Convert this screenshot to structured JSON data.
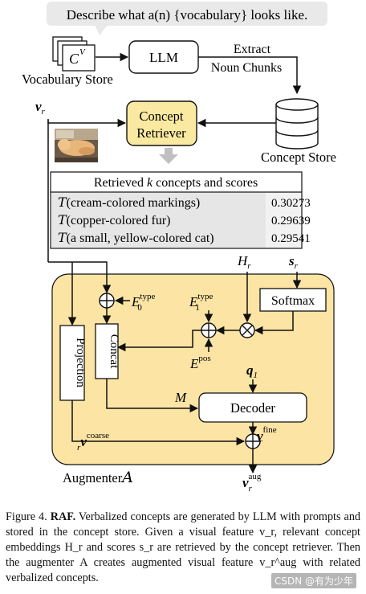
{
  "prompt": "Describe what a(n) {vocabulary} looks like.",
  "vocab_symbol": "C",
  "vocab_sup": "V",
  "vocab_store": "Vocabulary Store",
  "llm": "LLM",
  "extract_line1": "Extract",
  "extract_line2": "Noun Chunks",
  "concept_store": "Concept Store",
  "retriever_line1": "Concept",
  "retriever_line2": "Retriever",
  "v_r": "v",
  "v_r_sub": "r",
  "table_title_pre": "Retrieved ",
  "table_title_k": "k",
  "table_title_post": " concepts and scores",
  "table_rows": [
    {
      "concept": "cream-colored markings",
      "score": "0.30273"
    },
    {
      "concept": "copper-colored fur",
      "score": "0.29639"
    },
    {
      "concept": "a small, yellow-colored cat",
      "score": "0.29541"
    }
  ],
  "H_r": "H",
  "s_r": "s",
  "softmax": "Softmax",
  "E0_type": "E",
  "E0_sub": "0",
  "E0_sup": "type",
  "E1_type": "E",
  "E1_sub": "1",
  "E1_sup": "type",
  "E_pos": "E",
  "E_pos_sup": "pos",
  "projection": "Projection",
  "concat": "Concat",
  "q1": "q",
  "q1_sub": "1",
  "M": "M",
  "decoder": "Decoder",
  "v_coarse": "v",
  "v_coarse_sup": "coarse",
  "v_fine": "v",
  "v_fine_sup": "fine",
  "v_aug": "v",
  "v_aug_sup": "aug",
  "augmenter": "Augmenter",
  "augmenter_symbol": "A",
  "colors": {
    "accent_yellow": "#fae9a0",
    "panel_yellow": "#fbe4a4",
    "border": "#111111",
    "table_bg": "#e6e6e6",
    "prompt_bg": "#e9e9e9"
  },
  "caption": {
    "fig": "Figure 4.",
    "bold": "RAF.",
    "text": " Verbalized concepts are generated by LLM with prompts and stored in the concept store. Given a visual feature v_r, relevant concept embeddings H_r and scores s_r are retrieved by the concept retriever. Then the augmenter A creates augmented visual feature v_r^aug with related verbalized concepts."
  },
  "watermark": "CSDN @有为少年"
}
